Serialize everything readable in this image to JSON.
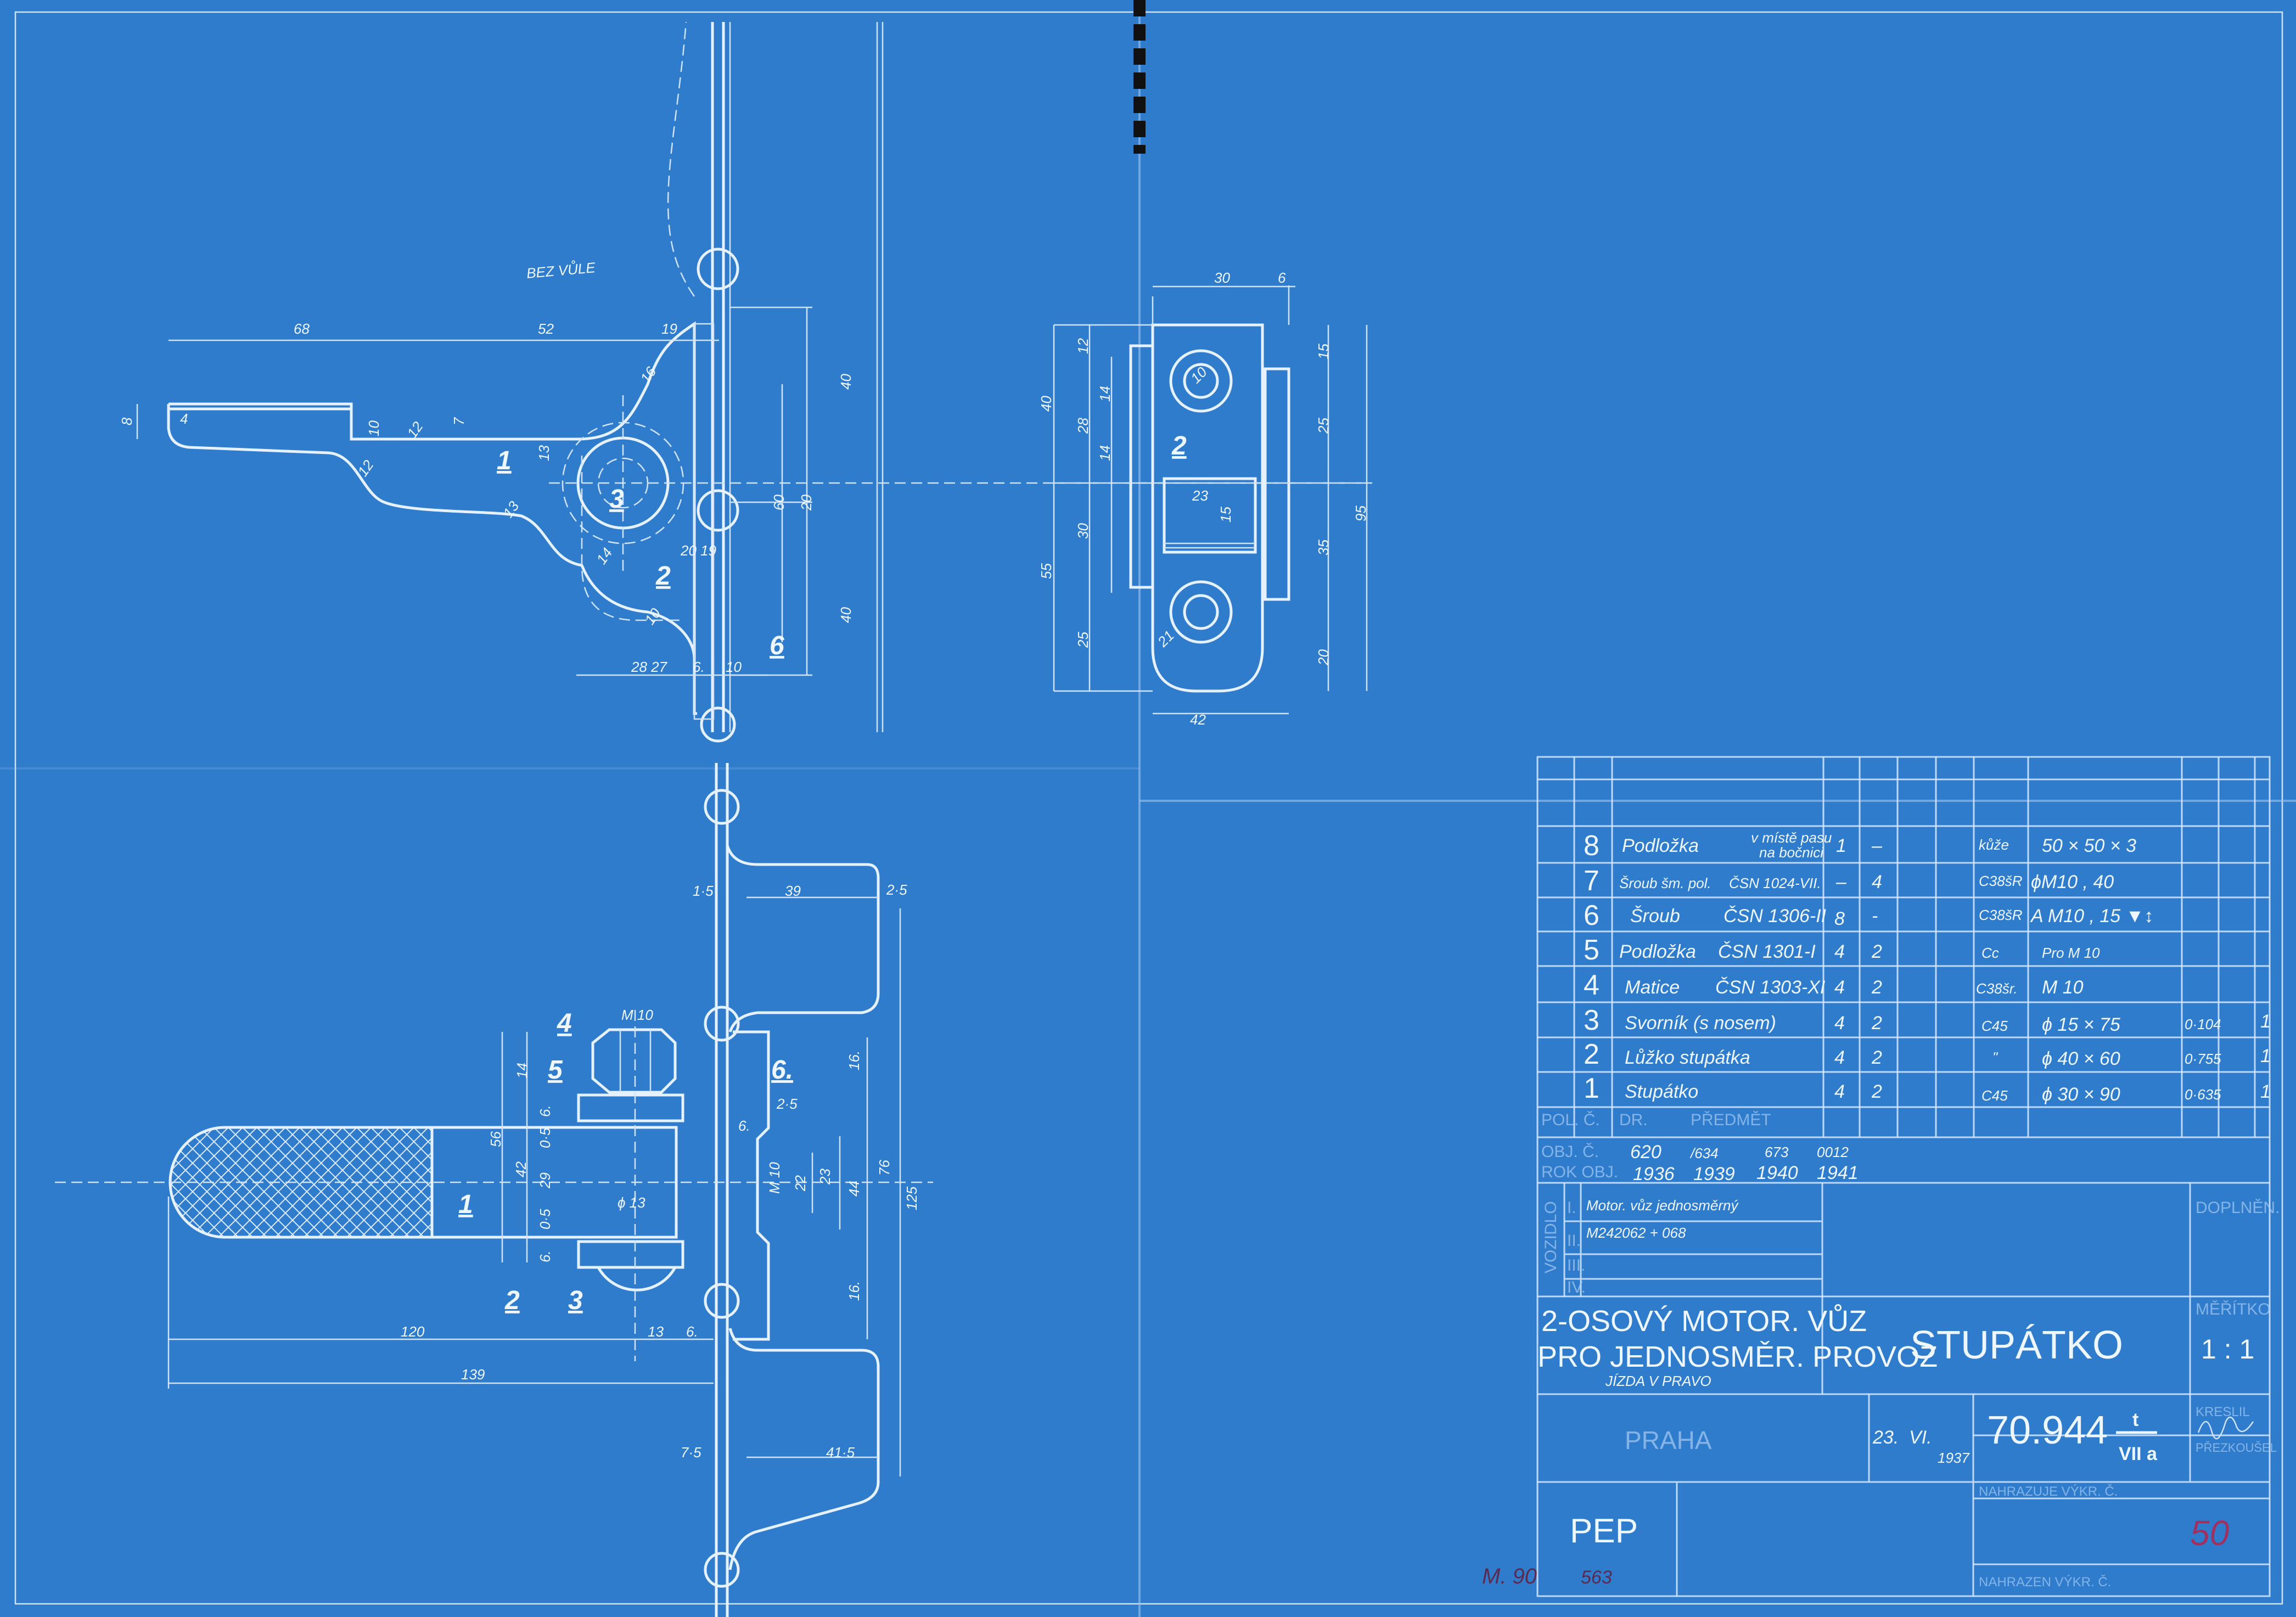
{
  "drawing": {
    "side_view": {
      "note": "BEZ VŮLE",
      "dims": [
        "68",
        "52",
        "19",
        "8",
        "10",
        "7",
        "12",
        "12",
        "13",
        "13",
        "16",
        "14",
        "10",
        "20 19",
        "28 27",
        "6.",
        "10",
        "40",
        "60",
        "20",
        "40",
        "4"
      ],
      "positions": [
        "1",
        "2",
        "3",
        "6"
      ]
    },
    "front_view": {
      "dims": [
        "30",
        "6",
        "12",
        "14",
        "40",
        "28",
        "14",
        "30",
        "55",
        "25",
        "15",
        "25",
        "35",
        "95",
        "20",
        "42",
        "23",
        "15",
        "21",
        "10"
      ],
      "positions": [
        "2"
      ]
    },
    "section_view": {
      "dims": [
        "1·5",
        "39",
        "2·5",
        "M 10",
        "14",
        "56",
        "42",
        "29",
        "0·5",
        "0·5",
        "6.",
        "6.",
        "ϕ 13",
        "120",
        "13",
        "6.",
        "139",
        "16.",
        "76",
        "44",
        "22",
        "23",
        "M 10",
        "125",
        "16.",
        "7·5",
        "41·5",
        "6.",
        "2·5"
      ],
      "positions": [
        "4",
        "5",
        "6.",
        "1",
        "2",
        "3"
      ]
    }
  },
  "parts_list": {
    "header": {
      "pos": "POL. Č.",
      "dr": "DR.",
      "item": "PŘEDMĚT"
    },
    "rows": [
      {
        "pos": "8",
        "name": "Podložka",
        "spec": "v místě pasu",
        "spec2": "na bočnici",
        "q1": "1",
        "q2": "–",
        "material": "kůže",
        "dims": "50 × 50 × 3",
        "weight": "",
        "mark": ""
      },
      {
        "pos": "7",
        "name": "Šroub šm. pol.",
        "spec": "ČSN 1024-VII.",
        "spec2": "",
        "q1": "–",
        "q2": "4",
        "material": "C38šR",
        "dims": "ϕM10 , 40",
        "weight": "",
        "mark": ""
      },
      {
        "pos": "6",
        "name": "Šroub",
        "spec": "ČSN 1306-II",
        "spec2": "",
        "q1": "8",
        "q2": "-",
        "material": "C38šR",
        "dims": "A M10 , 15 ▼↕",
        "weight": "",
        "mark": ""
      },
      {
        "pos": "5",
        "name": "Podložka",
        "spec": "ČSN 1301-I",
        "spec2": "",
        "q1": "4",
        "q2": "2",
        "material": "Cc",
        "dims": "Pro M 10",
        "weight": "",
        "mark": ""
      },
      {
        "pos": "4",
        "name": "Matice",
        "spec": "ČSN 1303-XI",
        "spec2": "",
        "q1": "4",
        "q2": "2",
        "material": "C38šr.",
        "dims": "M 10",
        "weight": "",
        "mark": ""
      },
      {
        "pos": "3",
        "name": "Svorník (s nosem)",
        "spec": "",
        "spec2": "",
        "q1": "4",
        "q2": "2",
        "material": "C45",
        "dims": "ϕ 15 × 75",
        "weight": "0·104",
        "mark": "1"
      },
      {
        "pos": "2",
        "name": "Lůžko stupátka",
        "spec": "",
        "spec2": "",
        "q1": "4",
        "q2": "2",
        "material": "\"",
        "dims": "ϕ 40 × 60",
        "weight": "0·755",
        "mark": "1"
      },
      {
        "pos": "1",
        "name": "Stupátko",
        "spec": "",
        "spec2": "",
        "q1": "4",
        "q2": "2",
        "material": "C45",
        "dims": "ϕ 30 × 90",
        "weight": "0·635",
        "mark": "1"
      }
    ]
  },
  "orders": {
    "obj_label": "OBJ. Č.",
    "rok_label": "ROK OBJ.",
    "obj": [
      "620",
      "/634",
      "673",
      "0012"
    ],
    "rok": [
      "1936",
      "1939",
      "1940",
      "1941"
    ]
  },
  "vehicle": {
    "label": "VOZIDLO",
    "rows": [
      "I.",
      "II.",
      "III.",
      "IV."
    ],
    "line1": "Motor. vůz jednosměrný",
    "line2": "M242062 + 068",
    "doplnen": "DOPLNĚN."
  },
  "title_block": {
    "project_line1": "2-OSOVÝ MOTOR. VŮZ",
    "project_line2": "PRO JEDNOSMĚR. PROVOZ",
    "project_line3": "JÍZDA V PRAVO",
    "part_name": "STUPÁTKO",
    "scale_label": "MĚŘÍTKO",
    "scale": "1 : 1",
    "company": "PRAHA",
    "date_day": "23.",
    "date_month": "VI.",
    "date_year": "1937",
    "drawing_number": "70.944",
    "drawing_suffix_top": "t",
    "drawing_suffix_bottom": "VII a",
    "drawn_label": "KRESLIL",
    "checked_label": "PŘEZKOUŠEL",
    "replaces_label": "NAHRAZUJE VÝKR. Č.",
    "replaced_by_label": "NAHRAZEN VÝKR. Č.",
    "initials": "PEP",
    "red_mark": "50",
    "ink_note": "M. 90",
    "ink_note2": "563"
  },
  "colors": {
    "paper": "#2f7ccd",
    "line": "#e6f1ff",
    "red_mark": "#a03060"
  }
}
